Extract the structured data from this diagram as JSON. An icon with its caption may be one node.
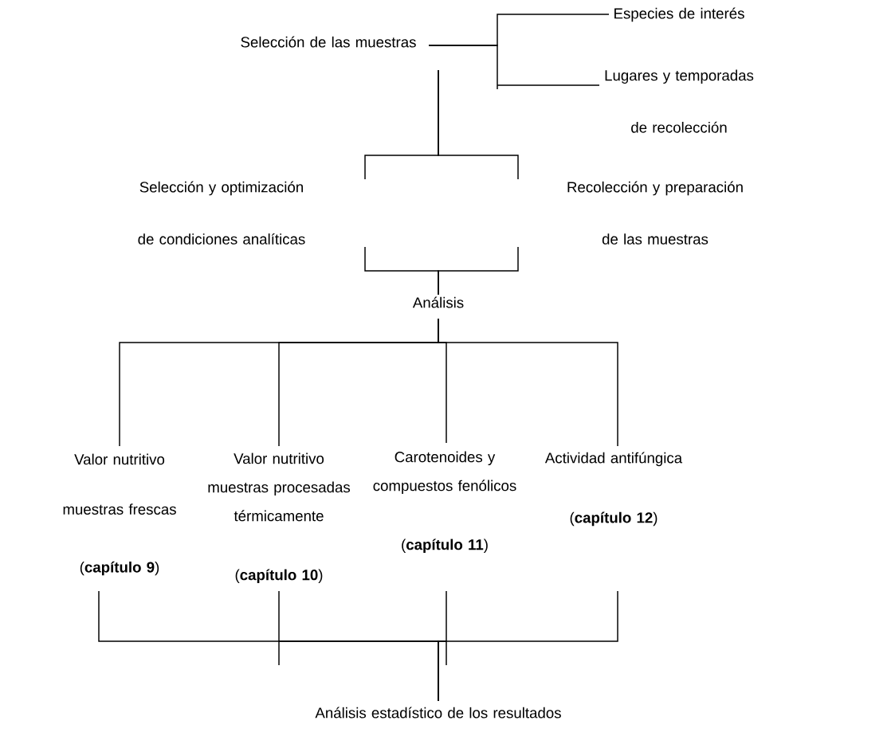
{
  "diagram": {
    "nodes": [
      {
        "text": [
          "Selección de las muestras"
        ]
      },
      {
        "text": [
          "Especies de interés"
        ]
      },
      {
        "text": [
          "Lugares y temporadas de recolección"
        ]
      },
      {
        "text": [
          "Selección y optimización de condiciones analíticas"
        ]
      },
      {
        "text": [
          "Recolección y preparación de las muestras"
        ]
      },
      {
        "text": [
          "Análisis"
        ]
      },
      {
        "text": [
          "Valor nutritivo muestras frescas",
          "(**capítulo 9**)"
        ]
      },
      {
        "text": [
          "Valor nutritivo muestras procesadas térmicamente",
          "(**capítulo 10**)"
        ]
      },
      {
        "text": [
          "Carotenoides y compuestos fenólicos",
          "(**capítulo 11**)"
        ]
      },
      {
        "text": [
          "Actividad antifúngica",
          "(**capítulo 12**)"
        ]
      },
      {
        "text": [
          "Análisis estadístico de los resultados"
        ]
      }
    ],
    "edges": [
      {
        "from": 0,
        "to": 1,
        "arrow": "none"
      },
      {
        "from": 0,
        "to": 2,
        "arrow": "none"
      },
      {
        "from": 0,
        "to": 3,
        "arrow": "none"
      },
      {
        "from": 0,
        "to": 4,
        "arrow": "none"
      },
      {
        "from": 3,
        "to": 5,
        "arrow": "none"
      },
      {
        "from": 4,
        "to": 5,
        "arrow": "none"
      },
      {
        "from": 5,
        "to": 6,
        "arrow": "none"
      },
      {
        "from": 5,
        "to": 7,
        "arrow": "none"
      },
      {
        "from": 5,
        "to": 8,
        "arrow": "none"
      },
      {
        "from": 5,
        "to": 9,
        "arrow": "none"
      },
      {
        "from": 6,
        "to": 10,
        "arrow": "none"
      },
      {
        "from": 7,
        "to": 10,
        "arrow": "none"
      },
      {
        "from": 8,
        "to": 10,
        "arrow": "none"
      },
      {
        "from": 9,
        "to": 10,
        "arrow": "none"
      }
    ]
  }
}
